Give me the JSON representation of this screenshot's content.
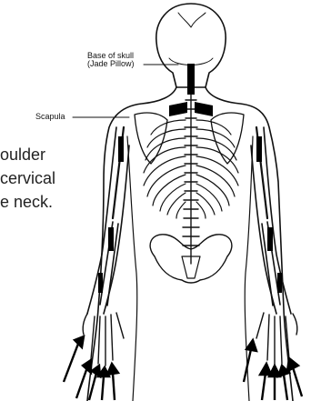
{
  "labels": {
    "base_of_skull_line1": "Base of skull",
    "base_of_skull_line2": "(Jade Pillow)",
    "scapula": "Scapula"
  },
  "caption": {
    "line1": "oulder",
    "line2": "cervical",
    "line3": "e neck."
  }
}
